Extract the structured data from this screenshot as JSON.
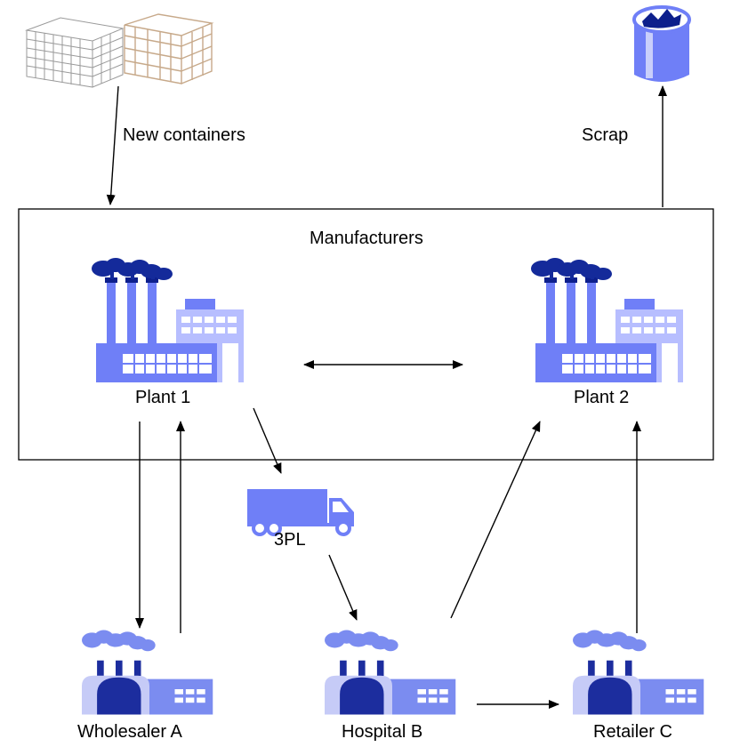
{
  "labels": {
    "new_containers": "New containers",
    "scrap": "Scrap",
    "manufacturers": "Manufacturers",
    "plant1": "Plant 1",
    "plant2": "Plant 2",
    "third_party_logistics": "3PL",
    "wholesaler_a": "Wholesaler A",
    "hospital_b": "Hospital B",
    "retailer_c": "Retailer C"
  },
  "colors": {
    "factory_blue": "#6f7ff7",
    "factory_light": "#b7beff",
    "factory_dark": "#0d1f8c",
    "smoke": "#142a9a",
    "outpost_blue": "#7b8cf0",
    "outpost_dark": "#1c2d9e",
    "outpost_light": "#c6cbf7"
  },
  "icons": {
    "containers": "wire-mesh-containers-icon",
    "scrap": "scrap-bin-icon",
    "plant": "factory-icon",
    "truck": "truck-icon",
    "outpost": "small-factory-icon"
  }
}
